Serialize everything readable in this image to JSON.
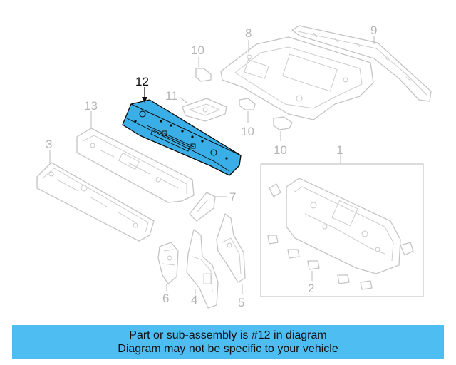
{
  "diagram": {
    "highlight_color": "#3aaee6",
    "callouts": {
      "c1": "1",
      "c2": "2",
      "c3": "3",
      "c4": "4",
      "c5": "5",
      "c6": "6",
      "c7": "7",
      "c8": "8",
      "c9": "9",
      "c10a": "10",
      "c10b": "10",
      "c10c": "10",
      "c11": "11",
      "c12": "12",
      "c13": "13"
    }
  },
  "banner": {
    "color": "#4dbdf2",
    "line1": "Part or sub-assembly is #12 in diagram",
    "line2": "Diagram may not be specific to your vehicle"
  }
}
